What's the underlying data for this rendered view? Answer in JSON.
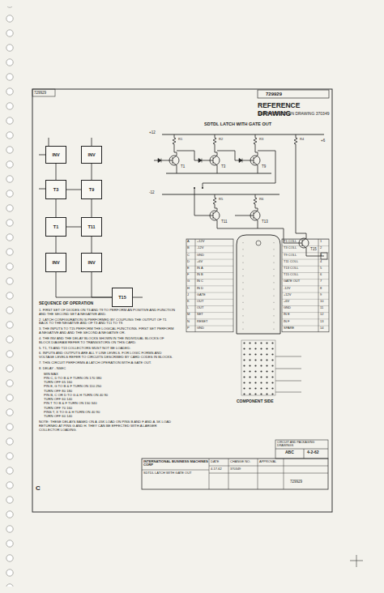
{
  "diagram": {
    "nodes": [
      {
        "text": [
          "INV"
        ]
      },
      {
        "text": [
          "INV"
        ]
      },
      {
        "text": [
          "T3"
        ]
      },
      {
        "text": [
          "T9"
        ]
      },
      {
        "text": [
          "T1"
        ]
      },
      {
        "text": [
          "T11"
        ]
      },
      {
        "text": [
          "INV"
        ]
      },
      {
        "text": [
          "INV"
        ]
      },
      {
        "text": [
          "T15"
        ]
      }
    ],
    "edges": [
      {
        "from": 0,
        "to": 2,
        "arrow": "none"
      },
      {
        "from": 1,
        "to": 3,
        "arrow": "none"
      },
      {
        "from": 2,
        "to": 3,
        "arrow": "none"
      },
      {
        "from": 2,
        "to": 4,
        "arrow": "none"
      },
      {
        "from": 3,
        "to": 5,
        "arrow": "none"
      },
      {
        "from": 4,
        "to": 5,
        "arrow": "none"
      },
      {
        "from": 4,
        "to": 6,
        "arrow": "none"
      },
      {
        "from": 5,
        "to": 7,
        "arrow": "none"
      },
      {
        "from": 6,
        "to": 8,
        "arrow": "none"
      },
      {
        "from": 7,
        "to": 8,
        "arrow": "none"
      }
    ],
    "labels": [
      "729929",
      "REFERENCE DRAWING",
      "SEE PRODUCTION DRAWING 370349",
      "729929",
      "SDTDL LATCH WITH GATE OUT",
      "+12",
      "-12",
      "+6",
      "T1",
      "T3",
      "T9",
      "T11",
      "T13",
      "T15",
      "R1",
      "R2",
      "R3",
      "R4",
      "R5",
      "R6",
      "COMPONENT SIDE",
      "SEQUENCE OF OPERATION",
      "INTERNATIONAL BUSINESS MACHINES CORP",
      "SDTDL LATCH WITH GATE OUT",
      "DATE",
      "CHANGE NO.",
      "APPROVAL",
      "4-17-62",
      "370349",
      "ABC",
      "4-2-62",
      "CIRCUIT AND PACKAGING DRAWINGS",
      "C",
      "729929",
      "1. FIRST SET OF DIODES ON T3 AND T9 TO PERFORM AN POSITIVE AND FUNCTION AND THE SECOND SET A NEGATIVE AND.",
      "2. LATCH CONFIGURATION IS PERFORMED BY COUPLING THE OUTPUT OF T1 BACK TO THE NEGATIVE AND OF T3 AND T11 TO T9.",
      "3. THE INPUTS TO T15 PERFORM THE LOGICAL FUNCTIONS. FIRST SET PERFORM A NEGATIVE AND AND THE SECOND A NEGATIVE OR.",
      "4. THE INV AND THE DELAY BLOCKS SHOWN IN THE INDIVIDUAL BLOCKS OF BLOCK DIAGRAM REFER TO TRANSISTORS ON THIS CARD.",
      "5. T1, T3 AND T13 COLLECTORS MUST NOT BE LOADED.",
      "6. INPUTS AND OUTPUTS ARE ALL Y LINE LEVELS. FOR LOGIC FORMS AND VOLTAGE LEVELS REFER TO CIRCUITS DESCRIBED BY CARD CODES IN BLOCKS.",
      "7. THIS CIRCUIT PERFORMS A LATCH OPERATION WITH A GATE OUT.",
      "8. DELAY - NSEC",
      "MIN MAX",
      "PIN C, D TO B & F TURN ON 170 380",
      "TURN OFF 65 160",
      "PIN E, G TO B & F TURN ON 110 250",
      "TURN OFF 80 180",
      "PIN B, C OR D TO G & H TURN ON 40 90",
      "TURN OFF 60 140",
      "PIN T TO B & F TURN ON 150 340",
      "TURN OFF 70 160",
      "PINS T, X TO G & H TURN ON 40 90",
      "TURN OFF 60 140",
      "NOTE: THESE DELAYS BASED ON A .05K LOAD ON PINS B AND F AND A .5K LOAD RETURNED AT PINS G AND H. THEY CAN BE EFFECTED WITH A LARGER COLLECTOR LOADING.",
      "A",
      "+12V",
      "T1 COLL",
      "1",
      "B",
      "-12V",
      "T3 COLL",
      "2",
      "C",
      "GND",
      "T9 COLL",
      "3",
      "D",
      "+6V",
      "T11 COLL",
      "4",
      "E",
      "IN A",
      "T13 COLL",
      "5",
      "F",
      "IN B",
      "T15 COLL",
      "6",
      "G",
      "IN C",
      "GATE OUT",
      "7",
      "H",
      "IN D",
      "-12V",
      "8",
      "J",
      "GATE",
      "+12V",
      "9",
      "K",
      "OUT",
      "+6V",
      "10",
      "L",
      "OUT",
      "GND",
      "11",
      "M",
      "SET",
      "IN E",
      "12",
      "N",
      "RESET",
      "IN F",
      "13",
      "P",
      "GND",
      "SPARE",
      "14"
    ]
  }
}
